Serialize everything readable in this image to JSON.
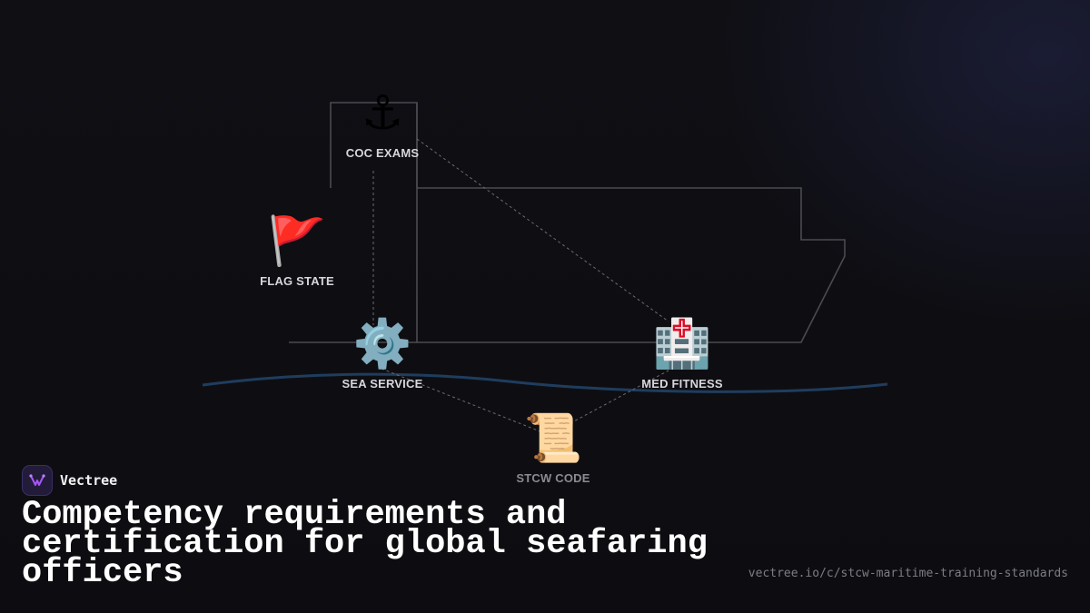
{
  "diagram": {
    "nodes": [
      {
        "id": "coc",
        "icon": "anchor-icon",
        "glyph": "⚓",
        "label": "COC EXAMS"
      },
      {
        "id": "flag",
        "icon": "red-flag-icon",
        "glyph": "🚩",
        "label": "FLAG STATE"
      },
      {
        "id": "sea",
        "icon": "gear-icon",
        "glyph": "⚙️",
        "label": "SEA SERVICE"
      },
      {
        "id": "med",
        "icon": "hospital-icon",
        "glyph": "🏥",
        "label": "MED FITNESS"
      },
      {
        "id": "stcw",
        "icon": "scroll-icon",
        "glyph": "📜",
        "label": "STCW CODE"
      }
    ],
    "links": [
      {
        "from": "coc",
        "to": "sea"
      },
      {
        "from": "coc",
        "to": "med"
      },
      {
        "from": "sea",
        "to": "stcw"
      },
      {
        "from": "stcw",
        "to": "med"
      }
    ],
    "colors": {
      "ship_outline": "#4a4a50",
      "waterline": "#1f3d5e",
      "link": "#6a6a72"
    }
  },
  "brand": {
    "name": "Vectree",
    "logo_icon": "vectree-logo-icon",
    "accent": "#a855f7"
  },
  "headline": "Competency requirements and certification for global seafaring officers",
  "source_url": "vectree.io/c/stcw-maritime-training-standards"
}
